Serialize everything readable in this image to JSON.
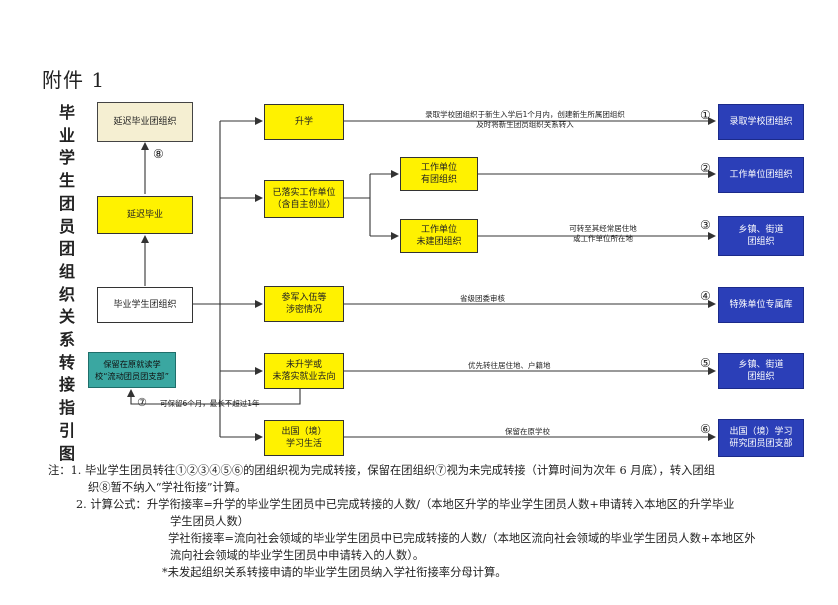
{
  "header": "附件 1",
  "title_chars": [
    "毕",
    "业",
    "学",
    "生",
    "团",
    "员",
    "团",
    "组",
    "织",
    "关",
    "系",
    "转",
    "接",
    "指",
    "引",
    "图"
  ],
  "nodes": {
    "yanchi_org": "延迟毕业团组织",
    "yanchi": "延迟毕业",
    "bysheng_org": "毕业学生团组织",
    "baoliu": "保留在原就读学\n校“流动团员团支部”",
    "shengxue": "升学",
    "luoshi": "已落实工作单位\n（含自主创业）",
    "gz_you": "工作单位\n有团组织",
    "gz_wei": "工作单位\n未建团组织",
    "canjun": "参军入伍等\n涉密情况",
    "weisheng": "未升学或\n未落实就业去向",
    "chuguo": "出国（境）\n学习生活",
    "t1": "录取学校团组织",
    "t2": "工作单位团组织",
    "t3": "乡镇、街道\n团组织",
    "t4": "特殊单位专属库",
    "t5": "乡镇、街道\n团组织",
    "t6": "出国（境）学习\n研究团员团支部"
  },
  "edge_labels": {
    "e1": "录取学校团组织于新生入学后1个月内，创建新生所属团组织\n及时将新生团员组织关系转入",
    "e3": "可转至其经常居住地\n或工作单位所在地",
    "e4": "省级团委审核",
    "e5": "优先转往居住地、户籍地",
    "e6": "保留在原学校",
    "e7": "可保留6个月，最长不超过1年"
  },
  "markers": {
    "m1": "①",
    "m2": "②",
    "m3": "③",
    "m4": "④",
    "m5": "⑤",
    "m6": "⑥",
    "m7": "⑦",
    "m8": "⑧"
  },
  "notes": {
    "n1": "注：1. 毕业学生团员转往①②③④⑤⑥的团组织视为完成转接，保留在团组织⑦视为未完成转接（计算时间为次年 6 月底），转入团组",
    "n1b": "织⑧暂不纳入“学社衔接”计算。",
    "n2": "2. 计算公式：升学衔接率=升学的毕业学生团员中已完成转接的人数/（本地区升学的毕业学生团员人数+申请转入本地区的升学毕业",
    "n2b": "学生团员人数）",
    "n3": "学社衔接率=流向社会领域的毕业学生团员中已完成转接的人数/（本地区流向社会领域的毕业学生团员人数+本地区外",
    "n3b": "流向社会领域的毕业学生团员中申请转入的人数）。",
    "n4": "*未发起组织关系转接申请的毕业学生团员纳入学社衔接率分母计算。"
  },
  "colors": {
    "yellow": "#fff200",
    "blue": "#2b3fb8",
    "beige": "#f5efd2",
    "teal": "#3aa7a1"
  }
}
